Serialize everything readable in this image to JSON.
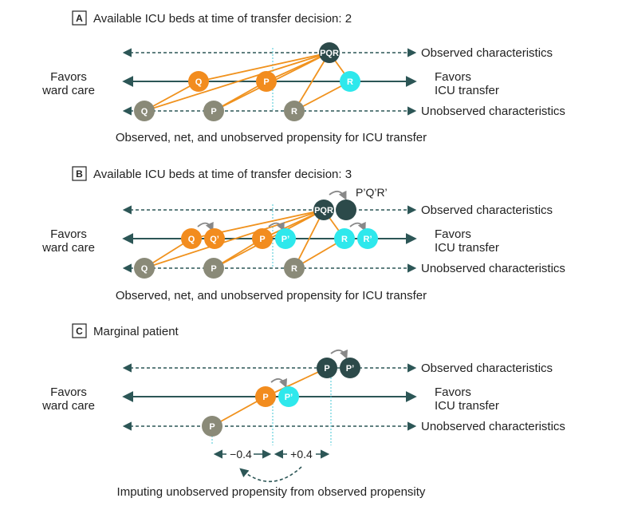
{
  "colors": {
    "axis": "#2c5656",
    "observed": "#2c4a4a",
    "net": "#f28c1e",
    "net_alt": "#2ee8ec",
    "unobserved": "#8a8a78",
    "link": "#f0921e",
    "vertical": "#7ad7e0",
    "arrow": "#888888"
  },
  "axis_labels": {
    "observed": "Observed characteristics",
    "unobserved": "Unobserved characteristics",
    "favors_left_1": "Favors",
    "favors_left_2": "ward care",
    "favors_right_1": "Favors",
    "favors_right_2": "ICU transfer"
  },
  "panels": {
    "a": {
      "letter": "A",
      "title": "Available ICU beds at time of transfer decision: 2",
      "caption": "Observed, net, and unobserved propensity for ICU transfer",
      "observed_nodes": [
        "PQR"
      ],
      "net_nodes": [
        "Q",
        "P",
        "R"
      ],
      "unobserved_nodes": [
        "Q",
        "P",
        "R"
      ]
    },
    "b": {
      "letter": "B",
      "title": "Available ICU beds at time of transfer decision: 3",
      "caption": "Observed, net, and unobserved propensity for ICU transfer",
      "observed_nodes": [
        "PQR",
        ""
      ],
      "observed_shift_label": "P’Q’R’",
      "net_nodes": [
        "Q",
        "Q’",
        "P",
        "P’",
        "R",
        "R’"
      ],
      "unobserved_nodes": [
        "Q",
        "P",
        "R"
      ]
    },
    "c": {
      "letter": "C",
      "title": "Marginal patient",
      "observed_nodes": [
        "P",
        "P’"
      ],
      "net_nodes": [
        "P",
        "P’"
      ],
      "unobserved_nodes": [
        "P"
      ],
      "minus_label": "−0.4",
      "plus_label": "+0.4",
      "caption": "Imputing unobserved propensity from observed propensity"
    }
  }
}
